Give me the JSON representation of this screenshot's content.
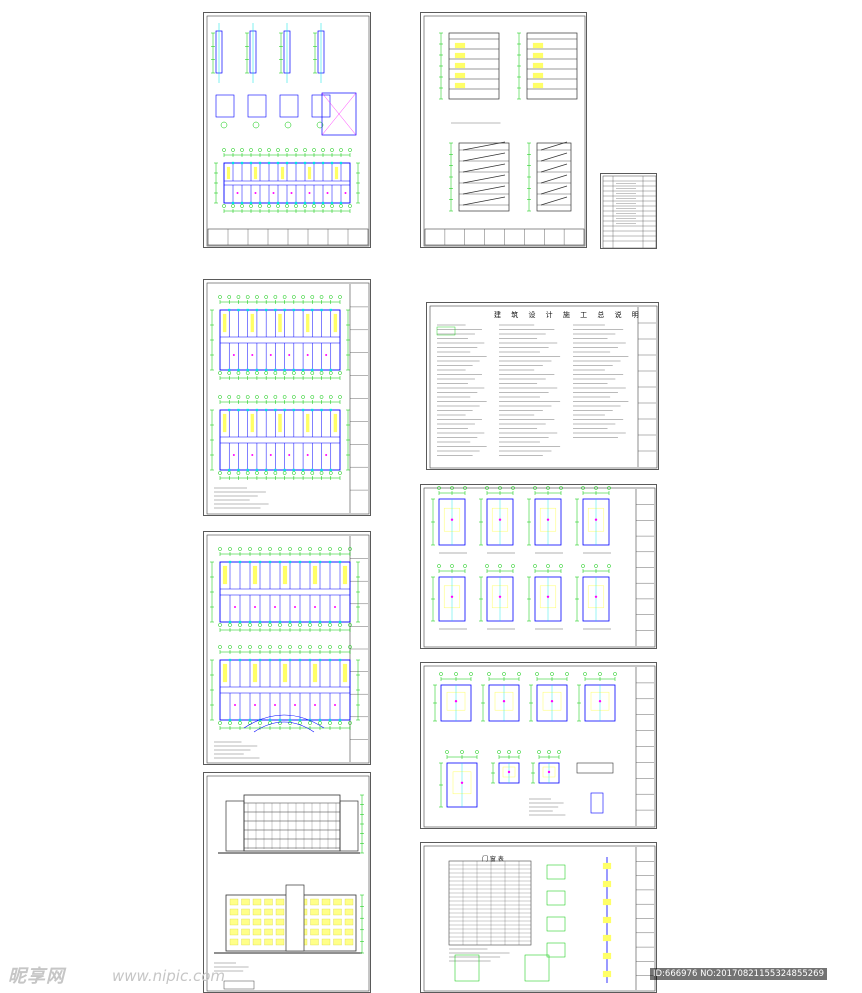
{
  "sheets": {
    "general_notes_title": "建 筑 设 计 施 工 总 说 明",
    "door_window_table_title": "门 窗 表"
  },
  "watermark": {
    "logo": "昵享网",
    "url": "www.nipic.com",
    "id": "ID:666976 NO:20170821155324855269"
  },
  "colors": {
    "line": "#5a5a5a",
    "dimension": "#00c800",
    "wall": "#0000ff",
    "column": "#00e5e5",
    "room_fill": "#ffff66",
    "annotation": "#ff00ff",
    "watermark": "#c6c6c6"
  }
}
